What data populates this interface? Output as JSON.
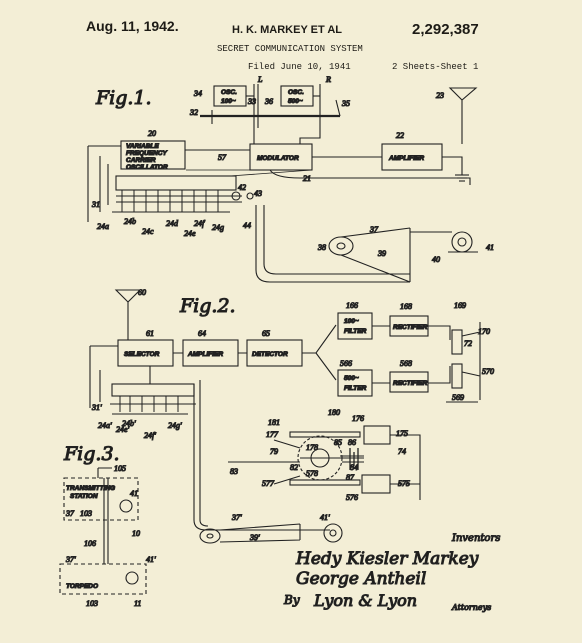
{
  "header": {
    "date": "Aug. 11, 1942.",
    "inventor": "H. K. MARKEY ET AL",
    "patent_no": "2,292,387",
    "title": "SECRET COMMUNICATION SYSTEM",
    "filed": "Filed June 10, 1941",
    "sheets": "2 Sheets-Sheet 1"
  },
  "figures": {
    "fig1": "Fig.1.",
    "fig2": "Fig.2.",
    "fig3": "Fig.3."
  },
  "fig1_boxes": {
    "vfo": [
      "VARIABLE",
      "FREQUENCY",
      "CARRIER",
      "OSCILLATOR"
    ],
    "osc100": [
      "OSC.",
      "100~"
    ],
    "osc500": [
      "OSC.",
      "500~"
    ],
    "modulator": "MODULATOR",
    "amplifier": "AMPLIFIER"
  },
  "fig2_boxes": {
    "selector": "SELECTOR",
    "amplifier": "AMPLIFIER",
    "detector": "DETECTOR",
    "filter100": [
      "100~",
      "FILTER"
    ],
    "filter500": [
      "500~",
      "FILTER"
    ],
    "rectifier1": "RECTIFIER",
    "rectifier2": "RECTIFIER"
  },
  "fig3_boxes": {
    "transmitting": [
      "TRANSMITTING",
      "STATION"
    ],
    "torpedo": "TORPEDO"
  },
  "refs": {
    "fig1": [
      "20",
      "34",
      "33",
      "36",
      "35",
      "32",
      "22",
      "23",
      "57",
      "21",
      "42",
      "43",
      "31",
      "24a",
      "24b",
      "24c",
      "24d",
      "24e",
      "24f",
      "24g",
      "44",
      "37",
      "38",
      "39",
      "40",
      "41",
      "L",
      "R"
    ],
    "fig2": [
      "60",
      "61",
      "64",
      "65",
      "166",
      "168",
      "169",
      "170",
      "566",
      "568",
      "569",
      "570",
      "72",
      "31'",
      "24a'",
      "24b'",
      "24f'",
      "24g'",
      "24e'"
    ],
    "fig_mech": [
      "181",
      "180",
      "176",
      "175",
      "177",
      "79",
      "178",
      "85",
      "86",
      "74",
      "83",
      "82",
      "578",
      "84",
      "87",
      "577",
      "576",
      "575"
    ],
    "fig3": [
      "105",
      "41",
      "37",
      "103",
      "10",
      "106",
      "37'",
      "41'",
      "103",
      "11",
      "37'",
      "39'",
      "41'"
    ]
  },
  "signatures": {
    "inventors_label": "Inventors",
    "name1": "Hedy Kiesler Markey",
    "name2": "George Antheil",
    "by": "By",
    "agent": "Lyon & Lyon",
    "attorneys": "Attorneys"
  }
}
